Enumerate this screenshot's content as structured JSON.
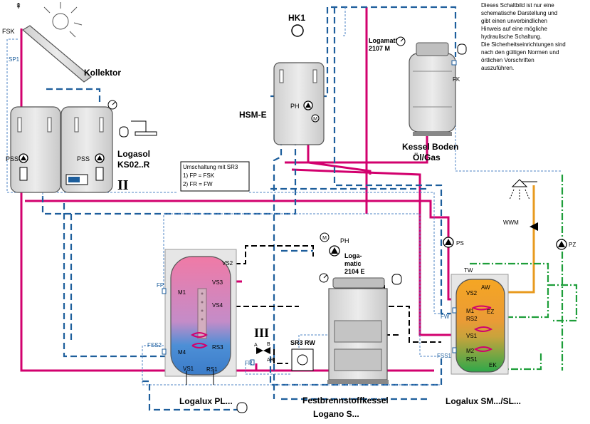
{
  "note": {
    "lines": [
      "Dieses Schaltbild ist nur eine",
      "schematische Darstellung und",
      "gibt einen unverbindlichen",
      "Hinweis auf eine mögliche",
      "hydraulische Schaltung.",
      "Die Sicherheitseinrichtungen sind",
      "nach den gültigen Normen und",
      "örtlichen Vorschriften",
      "auszuführen."
    ]
  },
  "labels": {
    "fsk": "FSK",
    "sp1": "SP1",
    "kollektor": "Kollektor",
    "logasol_1": "Logasol",
    "logasol_2": "KS02..R",
    "roman_ii": "II",
    "roman_iii": "III",
    "pss_left": "PSS",
    "pss_right": "PSS",
    "hk1": "HK1",
    "hsm": "HSM-E",
    "ph_hsm": "PH",
    "logamatic_2107_1": "Logamatic",
    "logamatic_2107_2": "2107 M",
    "fk": "FK",
    "kessel_1": "Kessel Boden",
    "kessel_2": "Öl/Gas",
    "umschaltung": [
      "Umschaltung mit SR3",
      "1) FP = FSK",
      "2) FR = FW"
    ],
    "ph_fest": "PH",
    "logamatic_2104": [
      "Loga-",
      "matic",
      "2104 E"
    ],
    "festbrenn_1": "Festbrennstoffkessel",
    "festbrenn_2": "Logano S...",
    "logalux_pl": "Logalux PL...",
    "logalux_sm": "Logalux SM.../SL...",
    "fp": "FP",
    "fss2": "FSS2",
    "fr": "FR",
    "sr3": "SR3 RW",
    "vs2_pl": "VS2",
    "vs3_pl": "VS3",
    "vs4_pl": "VS4",
    "m1_pl": "M1",
    "m4_pl": "M4",
    "rs3_pl": "RS3",
    "vs1_pl": "VS1",
    "rs1_pl": "RS1",
    "valve_a": "A",
    "valve_b": "B",
    "valve_ab": "AB",
    "tw": "TW",
    "aw": "AW",
    "vs2_sm": "VS2",
    "m1_sm": "M1",
    "rs2_sm": "RS2",
    "ez": "EZ",
    "vs1_sm": "VS1",
    "m2_sm": "M2",
    "rs1_sm": "RS1",
    "ek": "EK",
    "fw": "FW",
    "fss1": "FSS1",
    "ps": "PS",
    "wwm": "WWM",
    "pz": "PZ"
  },
  "colors": {
    "hot": "#d2006e",
    "return": "#1d5e9c",
    "cold_water": "#1e9e3a",
    "hot_water": "#e89a1e",
    "unit": "#d9d9d9",
    "tank_hot": "#f08bb0",
    "tank_cold": "#4d8fd6",
    "tank_warm": "#f5a623"
  },
  "icons": {
    "sun": "sun-icon",
    "shower": "shower-icon",
    "pump": "pump-icon",
    "valve": "valve-icon",
    "expansion": "expansion-vessel-icon",
    "gauge": "gauge-icon"
  }
}
